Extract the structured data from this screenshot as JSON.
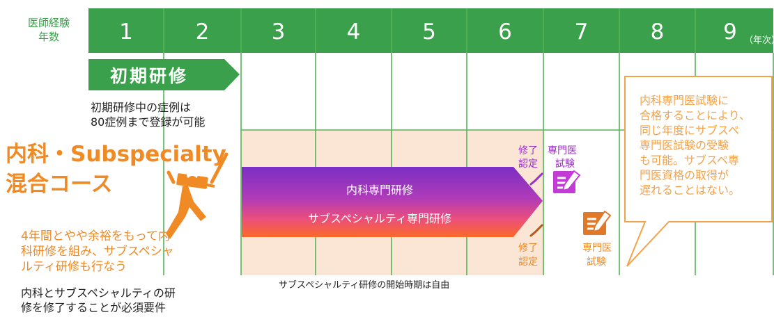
{
  "axis": {
    "label_line1": "医師経験",
    "label_line2": "年数"
  },
  "years": [
    "1",
    "2",
    "3",
    "4",
    "5",
    "6",
    "7",
    "8",
    "9"
  ],
  "year_suffix": "（年次）",
  "initial": {
    "title": "初期研修",
    "note_line1": "初期研修中の症例は",
    "note_line2": "80症例まで登録が可能"
  },
  "course": {
    "title_line1": "内科・Subspecialty",
    "title_line2": "混合コース"
  },
  "main_arrow": {
    "line1": "内科専門研修",
    "line2": "サブスペシャルティ専門研修"
  },
  "labels": {
    "completion_top": [
      "修了",
      "認定"
    ],
    "exam_top": [
      "専門医",
      "試験"
    ],
    "completion_bottom": [
      "修了",
      "認定"
    ],
    "exam_bottom": [
      "専門医",
      "試験"
    ]
  },
  "left_desc": [
    "4年間とやや余裕をもって内",
    "科研修を組み、サブスペシャ",
    "ルティ研修も行なう"
  ],
  "requirement": [
    "内科とサブスペシャルティの研",
    "修を修了することが必須要件"
  ],
  "start_note": "サブスペシャルティ研修の開始時期は自由",
  "callout": [
    "内科専門医試験に",
    "合格することにより、",
    "同じ年度にサブスペ",
    "専門医試験の受験",
    "も可能。サブスペ専",
    "門医資格の取得が",
    "遅れることはない。"
  ],
  "colors": {
    "green": "#3aa04b",
    "orange": "#f08a24",
    "peach": "#fbe6d6",
    "purple": "#8a2fc0",
    "magenta": "#c23bd4"
  },
  "icons": {
    "exam": "edit-document-icon",
    "check": "check-mark-icon",
    "runner": "running-person-icon"
  }
}
